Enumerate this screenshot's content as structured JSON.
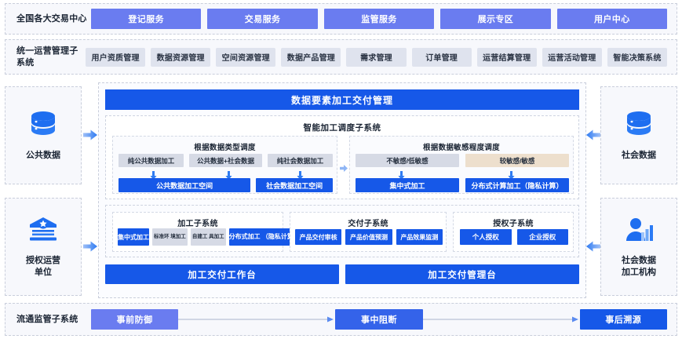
{
  "colors": {
    "primary_blue": "#1658e8",
    "periwinkle": "#6a7cf0",
    "mid_blue": "#3463ea",
    "chip_grey": "#d6dae5",
    "chip_tan": "#eddfcd",
    "panel_bg": "#f7f8fc"
  },
  "row_exchange": {
    "label": "全国各大交易中心",
    "items": [
      {
        "label": "登记服务"
      },
      {
        "label": "交易服务"
      },
      {
        "label": "监管服务"
      },
      {
        "label": "展示专区"
      },
      {
        "label": "用户中心"
      }
    ]
  },
  "row_operations": {
    "label": "统一运营管理子系统",
    "items": [
      {
        "label": "用户资质管理"
      },
      {
        "label": "数据资源管理"
      },
      {
        "label": "空间资源管理"
      },
      {
        "label": "数据产品管理"
      },
      {
        "label": "需求管理"
      },
      {
        "label": "订单管理"
      },
      {
        "label": "运营结算管理"
      },
      {
        "label": "运营活动管理"
      },
      {
        "label": "智能决策系统"
      }
    ]
  },
  "left_sides": [
    {
      "label": "公共数据",
      "icon": "database-icon"
    },
    {
      "label": "授权运营\n单位",
      "icon": "institution-icon"
    }
  ],
  "right_sides": [
    {
      "label": "社会数据",
      "icon": "database-icon"
    },
    {
      "label": "社会数据\n加工机构",
      "icon": "person-chart-icon"
    }
  ],
  "main_panel": {
    "title": "数据要素加工交付管理",
    "scheduling": {
      "title": "智能加工调度子系统",
      "groups": [
        {
          "title": "根据数据类型调度",
          "top_chips": [
            {
              "label": "纯公共数据加工",
              "style": "grey"
            },
            {
              "label": "公共数据+社会数据",
              "style": "grey"
            },
            {
              "label": "纯社会数据加工",
              "style": "grey"
            }
          ],
          "bottom_chips": [
            {
              "label": "公共数据加工空间"
            },
            {
              "label": "社会数据加工空间"
            }
          ]
        },
        {
          "title": "根据数据敏感程度调度",
          "top_chips": [
            {
              "label": "不敏感/低敏感",
              "style": "grey"
            },
            {
              "label": "较敏感/敏感",
              "style": "tan"
            }
          ],
          "bottom_chips": [
            {
              "label": "集中式加工"
            },
            {
              "label": "分布式计算加工（隐私计算）"
            }
          ]
        }
      ]
    },
    "subsystems": [
      {
        "title": "加工子系统",
        "items": [
          {
            "label": "集中式加工",
            "style": "blue"
          },
          {
            "label": "标准环\n境加工",
            "style": "grey-small"
          },
          {
            "label": "自建工\n具加工",
            "style": "grey-small"
          },
          {
            "label": "分布式加工\n（隐私计算）",
            "style": "blue-small"
          }
        ]
      },
      {
        "title": "交付子系统",
        "items": [
          {
            "label": "产品交付审核",
            "style": "blue"
          },
          {
            "label": "产品价值预测",
            "style": "blue"
          },
          {
            "label": "产品效果监测",
            "style": "blue"
          }
        ]
      },
      {
        "title": "授权子系统",
        "items": [
          {
            "label": "个人授权",
            "style": "blue"
          },
          {
            "label": "企业授权",
            "style": "blue"
          }
        ]
      }
    ],
    "platforms": [
      {
        "label": "加工交付工作台"
      },
      {
        "label": "加工交付管理台"
      }
    ]
  },
  "row_supervision": {
    "label": "流通监管子系统",
    "items": [
      {
        "label": "事前防御",
        "color": "#6a7cf0"
      },
      {
        "label": "事中阻断",
        "color": "#3463ea"
      },
      {
        "label": "事后溯源",
        "color": "#1658e8"
      }
    ]
  }
}
